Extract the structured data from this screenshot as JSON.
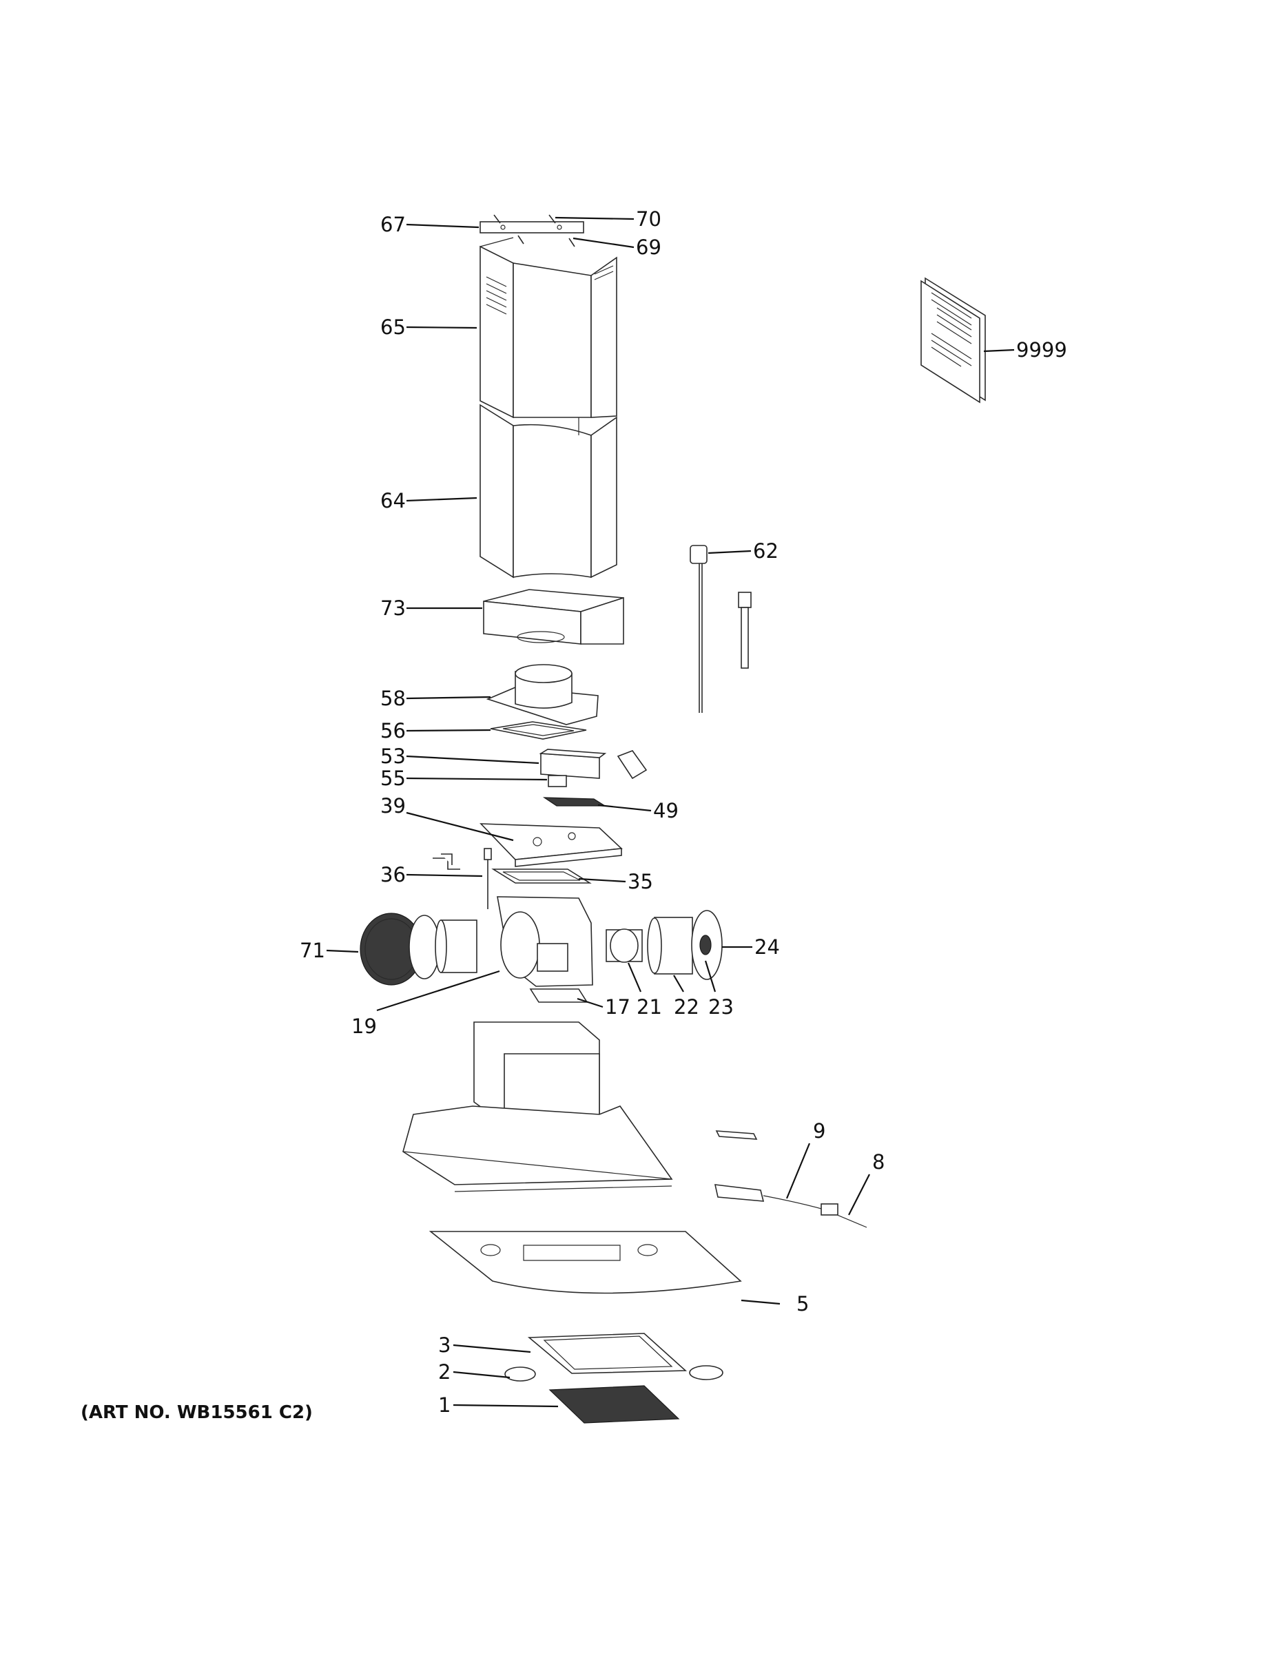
{
  "art_number": "(ART NO. WB15561 C2)",
  "callouts": [
    "67",
    "70",
    "69",
    "65",
    "9999",
    "64",
    "62",
    "73",
    "58",
    "56",
    "53",
    "55",
    "49",
    "39",
    "36",
    "35",
    "71",
    "24",
    "19",
    "17",
    "21",
    "22",
    "23",
    "9",
    "8",
    "5",
    "3",
    "2",
    "1"
  ]
}
